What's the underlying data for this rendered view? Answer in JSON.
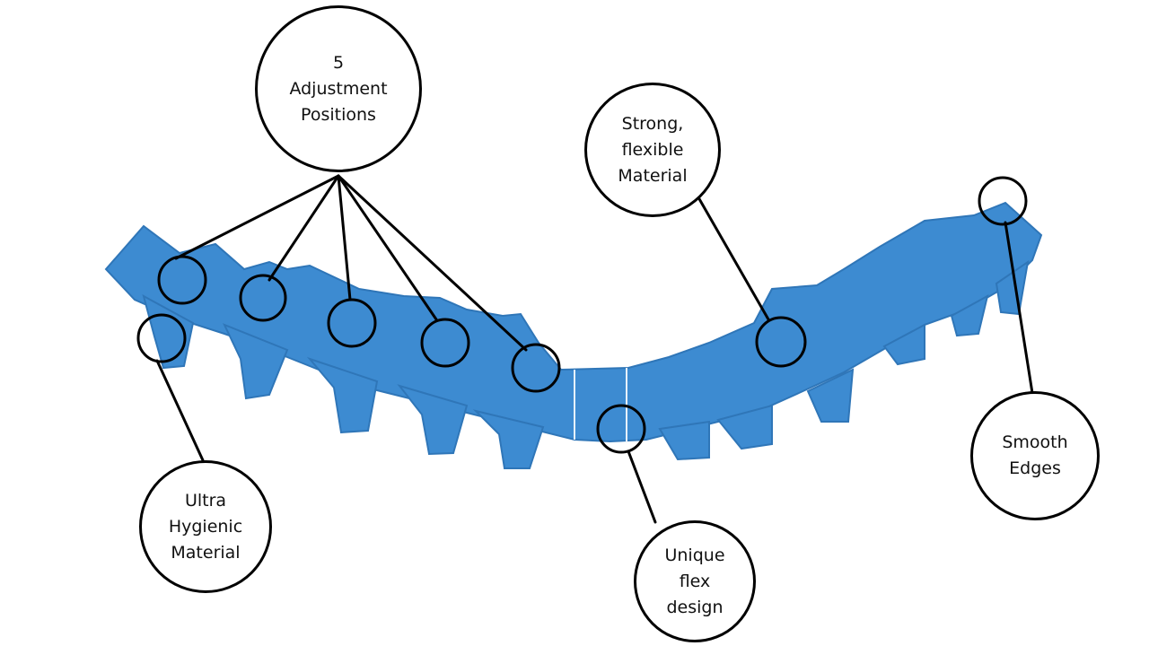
{
  "colors": {
    "strap": "#3d8bd1",
    "strap_edge": "#2f76b8",
    "line": "#000000",
    "text": "#111111"
  },
  "callouts": {
    "adjustment_positions": "5\nAdjustment\nPositions",
    "strong_flexible_material": "Strong,\nflexible\nMaterial",
    "smooth_edges": "Smooth\nEdges",
    "ultra_hygienic_material": "Ultra\nHygienic\nMaterial",
    "unique_flex_design": "Unique\nflex\ndesign"
  }
}
